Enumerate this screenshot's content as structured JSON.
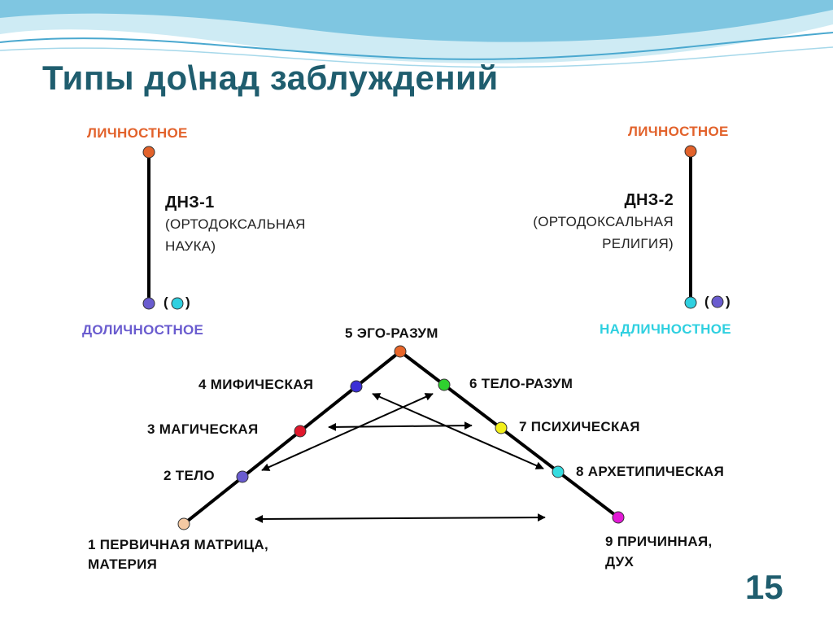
{
  "title": "Типы до\\над заблуждений",
  "page_number": "15",
  "left_axis": {
    "top_label": "ЛИЧНОСТНОЕ",
    "code": "ДНЗ-1",
    "desc_line1": "(ОРТОДОКСАЛЬНАЯ",
    "desc_line2": "НАУКА)",
    "bottom_label": "ДОЛИЧНОСТНОЕ",
    "paren_open": "(",
    "paren_close": ")"
  },
  "right_axis": {
    "top_label": "ЛИЧНОСТНОЕ",
    "code": "ДНЗ-2",
    "desc_line1": "(ОРТОДОКСАЛЬНАЯ",
    "desc_line2": "РЕЛИГИЯ)",
    "bottom_label": "НАДЛИЧНОСТНОЕ",
    "paren_open": "(",
    "paren_close": ")"
  },
  "levels": [
    {
      "label": "1 ПЕРВИЧНАЯ МАТРИЦА,",
      "label2": "МАТЕРИЯ",
      "color": "#f4c9a3"
    },
    {
      "label": "2 ТЕЛО",
      "color": "#6a5ccf"
    },
    {
      "label": "3 МАГИЧЕСКАЯ",
      "color": "#e0182c"
    },
    {
      "label": "4 МИФИЧЕСКАЯ",
      "color": "#3b2fd6"
    },
    {
      "label": "5 ЭГО-РАЗУМ",
      "color": "#e8662a"
    },
    {
      "label": "6 ТЕЛО-РАЗУМ",
      "color": "#2fd12f"
    },
    {
      "label": "7 ПСИХИЧЕСКАЯ",
      "color": "#f2ef1a"
    },
    {
      "label": "8 АРХЕТИПИЧЕСКАЯ",
      "color": "#36dce0"
    },
    {
      "label": "9 ПРИЧИННАЯ,",
      "label2": "ДУХ",
      "color": "#e21ad6"
    }
  ],
  "colors": {
    "title": "#1f5d6e",
    "personal": "#e2622b",
    "prepersonal": "#6a5ccf",
    "transpersonal": "#2fd0e0",
    "wave1": "#5fb6d8",
    "wave2": "#9fd6ea"
  }
}
